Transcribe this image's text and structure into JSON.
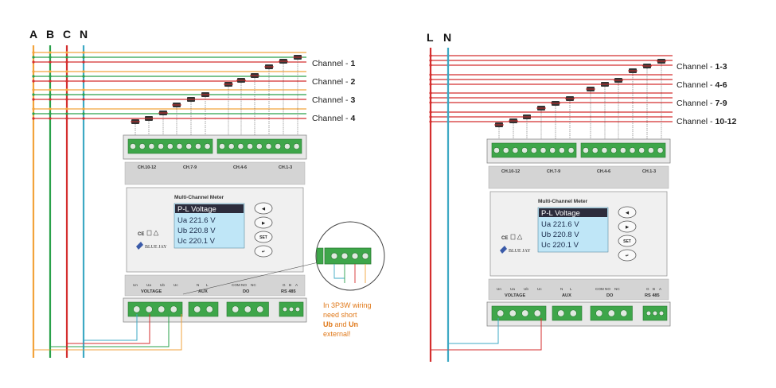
{
  "colors": {
    "phase_a": "#f2a33c",
    "phase_b": "#2aa14a",
    "phase_c": "#d42e2e",
    "neutral": "#3da9c4",
    "note": "#e07818",
    "lcd_bg": "#bfe6f7",
    "terminal_green": "#3ea64a",
    "case_gray": "#f0f0f0"
  },
  "left_diagram": {
    "bus_labels": [
      "A",
      "B",
      "C",
      "N"
    ],
    "channels": [
      {
        "prefix": "Channel - ",
        "number": "1"
      },
      {
        "prefix": "Channel - ",
        "number": "2"
      },
      {
        "prefix": "Channel - ",
        "number": "3"
      },
      {
        "prefix": "Channel - ",
        "number": "4"
      }
    ],
    "meter": {
      "top_left_group": "CH.10-12",
      "top_mid_group": "CH.7-9",
      "top_right_a": "CH.4-6",
      "top_right_b": "CH.1-3",
      "title": "Multi-Channel Meter",
      "lcd_rows": [
        "P-L Voltage",
        "Ua  221.6   V",
        "Ub  220.8   V",
        "Uc  220.1   V"
      ],
      "btn_set": "SET",
      "brand": "BLUE JAY",
      "cert": "CE",
      "section_voltage": "VOLTAGE",
      "section_aux": "AUX",
      "section_do": "DO",
      "section_rs485": "RS 485",
      "voltage_terms": [
        "Un",
        "Ua",
        "Ub",
        "Uc"
      ],
      "aux_terms": [
        "N",
        "L"
      ],
      "do_terms": [
        "COM",
        "NO",
        "NC"
      ],
      "rs485_terms": [
        "G",
        "B",
        "A"
      ]
    },
    "note_lines": [
      "In 3P3W wiring",
      "need short",
      "Ub",
      "and",
      "Un",
      "external!"
    ]
  },
  "right_diagram": {
    "bus_labels": [
      "L",
      "N"
    ],
    "channels": [
      {
        "prefix": "Channel - ",
        "number": "1-3"
      },
      {
        "prefix": "Channel - ",
        "number": "4-6"
      },
      {
        "prefix": "Channel - ",
        "number": "7-9"
      },
      {
        "prefix": "Channel - ",
        "number": "10-12"
      }
    ],
    "meter": {
      "top_left_group": "CH.10-12",
      "top_mid_group": "CH.7-9",
      "top_right_a": "CH.4-6",
      "top_right_b": "CH.1-3",
      "title": "Multi-Channel Meter",
      "lcd_rows": [
        "P-L Voltage",
        "Ua  221.6   V",
        "Ub  220.8   V",
        "Uc  220.1   V"
      ],
      "btn_set": "SET",
      "brand": "BLUE JAY",
      "cert": "CE",
      "section_voltage": "VOLTAGE",
      "section_aux": "AUX",
      "section_do": "DO",
      "section_rs485": "RS 485",
      "voltage_terms": [
        "Un",
        "Ua",
        "Ub",
        "Uc"
      ],
      "aux_terms": [
        "N",
        "L"
      ],
      "do_terms": [
        "COM",
        "NO",
        "NC"
      ],
      "rs485_terms": [
        "G",
        "B",
        "A"
      ]
    }
  }
}
